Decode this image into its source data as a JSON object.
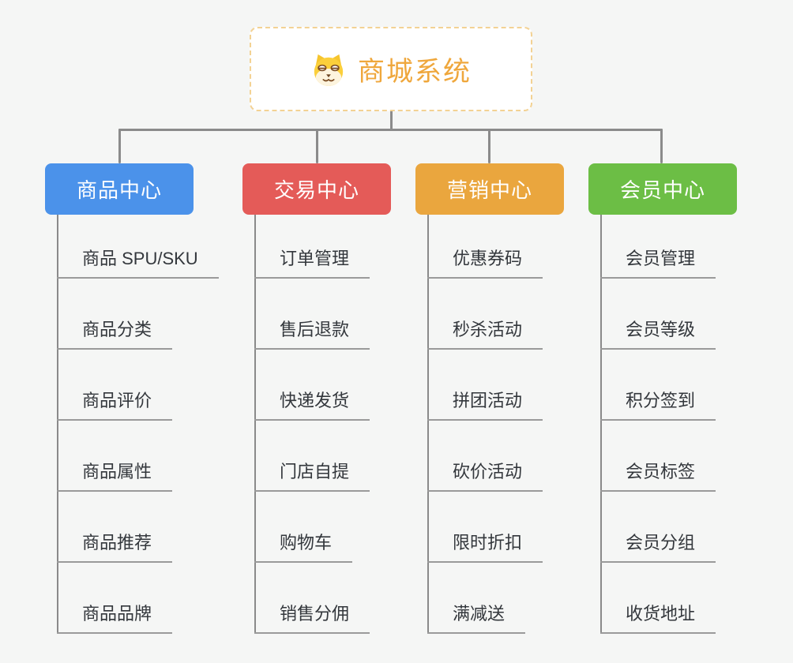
{
  "theme": {
    "background": "#F5F6F5",
    "connector_color": "#8B8B8B",
    "underline_color": "#9A9A9A",
    "item_text_color": "#33373C",
    "root_background": "#FFFFFF",
    "root_border_color": "#F3D294",
    "root_title_color": "#EFA73C",
    "header_text_color": "#FFFFFF"
  },
  "root": {
    "title": "商城系统",
    "icon": "doge-face-icon"
  },
  "branches": [
    {
      "label": "商品中心",
      "color": "#4B92EA",
      "children": [
        "商品 SPU/SKU",
        "商品分类",
        "商品评价",
        "商品属性",
        "商品推荐",
        "商品品牌"
      ]
    },
    {
      "label": "交易中心",
      "color": "#E45B58",
      "children": [
        "订单管理",
        "售后退款",
        "快递发货",
        "门店自提",
        "购物车",
        "销售分佣"
      ]
    },
    {
      "label": "营销中心",
      "color": "#EAA63E",
      "children": [
        "优惠券码",
        "秒杀活动",
        "拼团活动",
        "砍价活动",
        "限时折扣",
        "满减送"
      ]
    },
    {
      "label": "会员中心",
      "color": "#6CBE45",
      "children": [
        "会员管理",
        "会员等级",
        "积分签到",
        "会员标签",
        "会员分组",
        "收货地址"
      ]
    }
  ]
}
